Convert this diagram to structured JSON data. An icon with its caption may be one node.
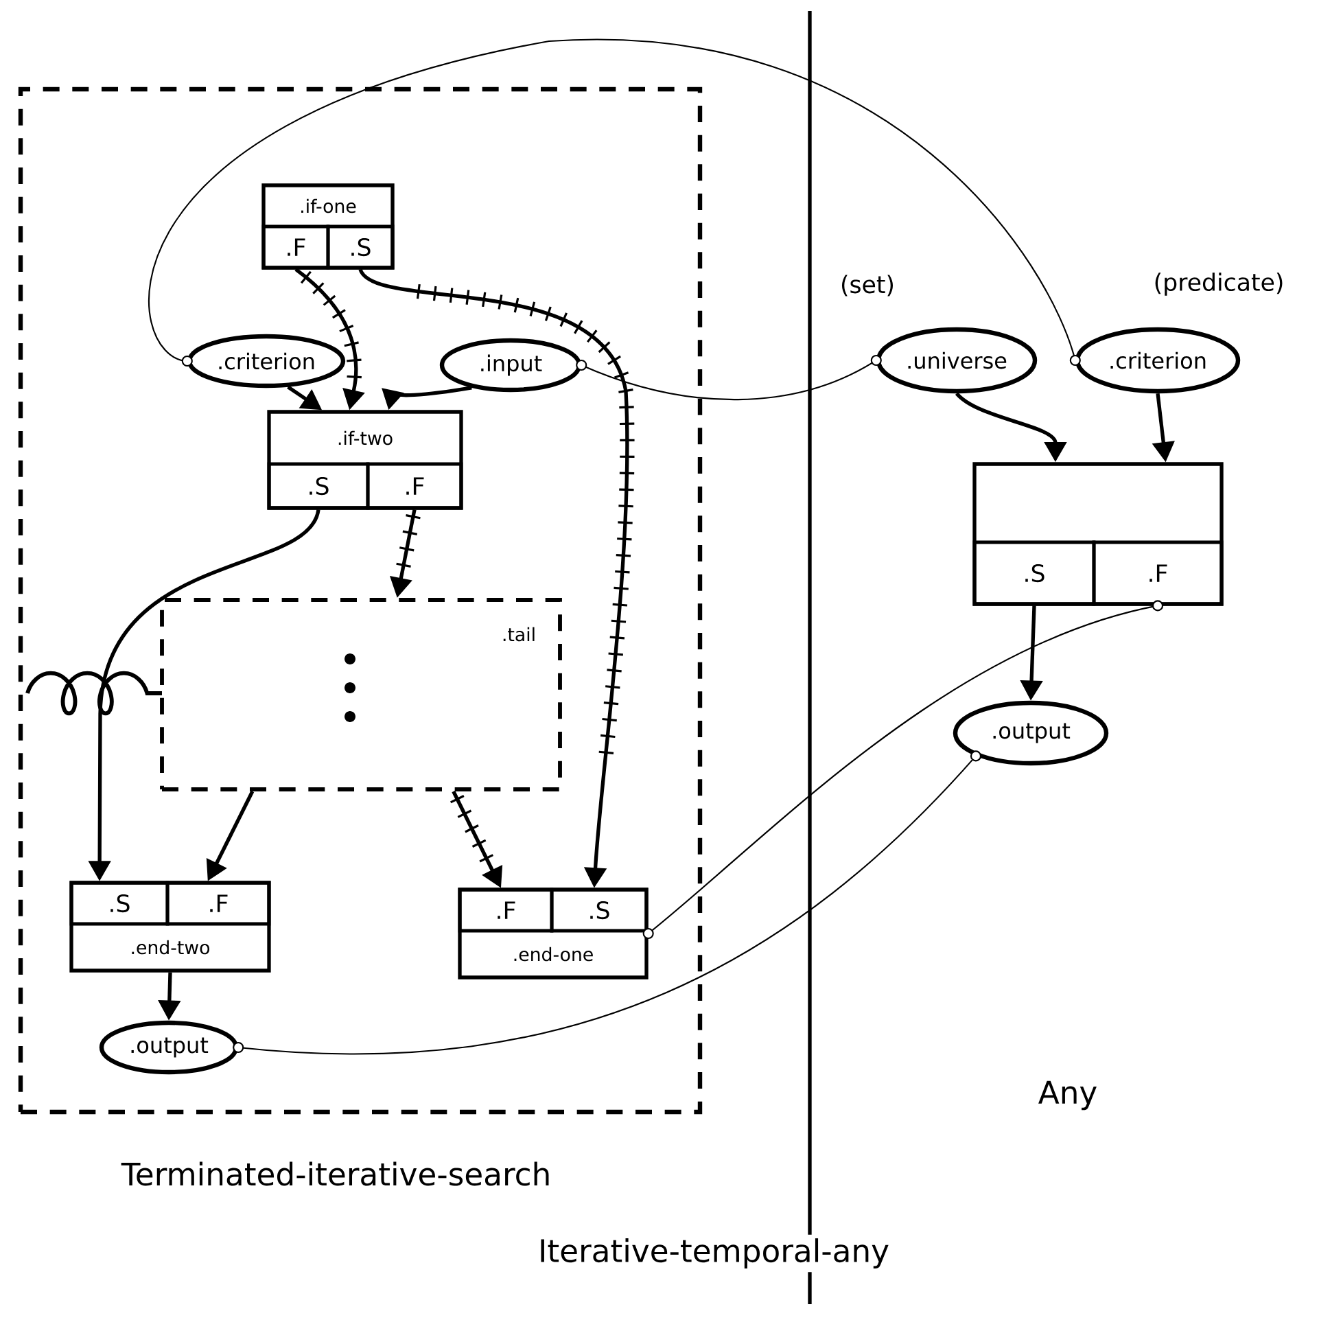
{
  "diagram": {
    "caption": "Iterative-temporal-any",
    "nodes": [
      {
        "text": [
          "Terminated-iterative-search"
        ]
      },
      {
        "text": [
          ".if-one"
        ],
        "in": 0
      },
      {
        "text": [
          ".F"
        ],
        "in": 1
      },
      {
        "text": [
          ".S"
        ],
        "in": 1
      },
      {
        "text": [
          ".criterion"
        ],
        "in": 0
      },
      {
        "text": [
          ".input"
        ],
        "in": 0
      },
      {
        "text": [
          ".if-two"
        ],
        "in": 0
      },
      {
        "text": [
          ".S"
        ],
        "in": 6
      },
      {
        "text": [
          ".F"
        ],
        "in": 6
      },
      {
        "text": [
          ".tail"
        ],
        "in": 0
      },
      {
        "text": [
          ".end-two"
        ],
        "in": 0
      },
      {
        "text": [
          ".S"
        ],
        "in": 10
      },
      {
        "text": [
          ".F"
        ],
        "in": 10
      },
      {
        "text": [
          ".end-one"
        ],
        "in": 0
      },
      {
        "text": [
          ".F"
        ],
        "in": 13
      },
      {
        "text": [
          ".S"
        ],
        "in": 13
      },
      {
        "text": [
          ".output"
        ],
        "in": 0
      },
      {
        "text": [
          ".universe"
        ],
        "beside": [
          "(set)"
        ]
      },
      {
        "text": [
          ".criterion"
        ],
        "beside": [
          "(predicate)"
        ]
      },
      {
        "text": [],
        "shape": "box"
      },
      {
        "text": [
          ".S"
        ],
        "in": 19
      },
      {
        "text": [
          ".F"
        ],
        "in": 19
      },
      {
        "text": [
          ".output"
        ]
      }
    ],
    "edges": [
      {
        "from": 2,
        "to": 6,
        "arrow": "to"
      },
      {
        "from": 4,
        "to": 6,
        "arrow": "to"
      },
      {
        "from": 5,
        "to": 6,
        "arrow": "to"
      },
      {
        "from": 3,
        "to": 15,
        "arrow": "to"
      },
      {
        "from": 8,
        "to": 9,
        "arrow": "to"
      },
      {
        "from": 9,
        "to": 14,
        "arrow": "to"
      },
      {
        "from": 9,
        "to": 12,
        "arrow": "to"
      },
      {
        "from": 7,
        "to": 11,
        "arrow": "to"
      },
      {
        "from": 10,
        "to": 16,
        "arrow": "to"
      },
      {
        "from": 17,
        "to": 19,
        "arrow": "to"
      },
      {
        "from": 18,
        "to": 19,
        "arrow": "to"
      },
      {
        "from": 20,
        "to": 22,
        "arrow": "to"
      },
      {
        "from": 4,
        "to": 18,
        "arrow": "other"
      },
      {
        "from": 5,
        "to": 17,
        "arrow": "other"
      },
      {
        "from": 13,
        "to": 21,
        "arrow": "other"
      },
      {
        "from": 16,
        "to": 22,
        "arrow": "other"
      }
    ],
    "labels": [
      "Any"
    ]
  }
}
